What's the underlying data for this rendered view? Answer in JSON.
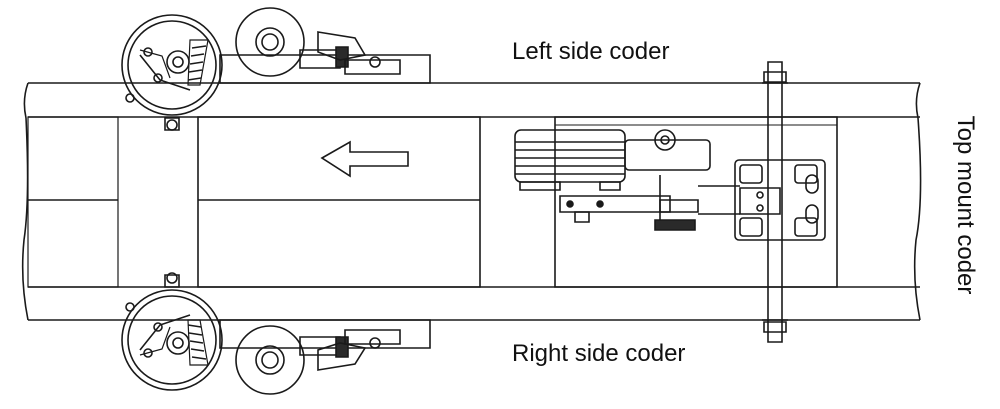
{
  "labels": {
    "left_side_coder": "Left side coder",
    "right_side_coder": "Right side coder",
    "top_mount_coder": "Top mount coder"
  },
  "colors": {
    "line": "#1a1a1a",
    "fill": "#ffffff",
    "shade": "#2a2a2a"
  }
}
